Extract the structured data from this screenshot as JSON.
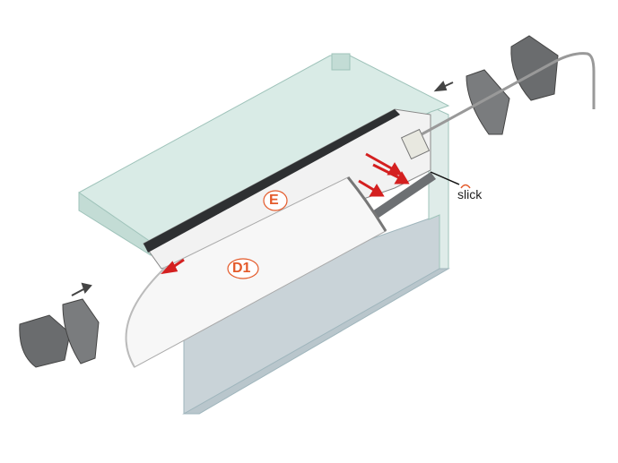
{
  "labels": {
    "diffuser_e": "E",
    "diffuser_d1": "D1",
    "slick_tag": "slick"
  },
  "colors": {
    "glass_fill": "#d9ebe6",
    "glass_edge": "#9fc3ba",
    "wall_fill": "#c9d3d8",
    "cap_fill": "#6a6c6e",
    "arrow_red": "#d42020",
    "label_orange": "#e45a2a"
  }
}
